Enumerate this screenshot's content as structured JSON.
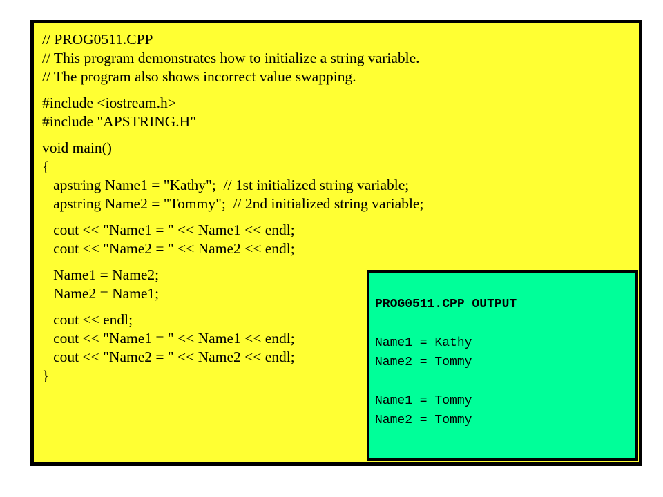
{
  "colors": {
    "slide_background": "#ffff33",
    "output_background": "#00ff99",
    "border": "#000000",
    "text": "#000000"
  },
  "code": {
    "comments": [
      "// PROG0511.CPP",
      "// This program demonstrates how to initialize a string variable.",
      "// The program also shows incorrect value swapping."
    ],
    "includes": [
      "#include <iostream.h>",
      "#include \"APSTRING.H\""
    ],
    "main_header": [
      "void main()",
      "{"
    ],
    "declarations": [
      "   apstring Name1 = \"Kathy\";  // 1st initialized string variable;",
      "   apstring Name2 = \"Tommy\";  // 2nd initialized string variable;"
    ],
    "first_output": [
      "   cout << \"Name1 = \" << Name1 << endl;",
      "   cout << \"Name2 = \" << Name2 << endl;"
    ],
    "assignments": [
      "   Name1 = Name2;",
      "   Name2 = Name1;"
    ],
    "second_output": [
      "   cout << endl;",
      "   cout << \"Name1 = \" << Name1 << endl;",
      "   cout << \"Name2 = \" << Name2 << endl;",
      "}"
    ]
  },
  "output": {
    "title": "PROG0511.CPP OUTPUT",
    "first_block": [
      "Name1 = Kathy",
      "Name2 = Tommy"
    ],
    "second_block": [
      "Name1 = Tommy",
      "Name2 = Tommy"
    ]
  }
}
